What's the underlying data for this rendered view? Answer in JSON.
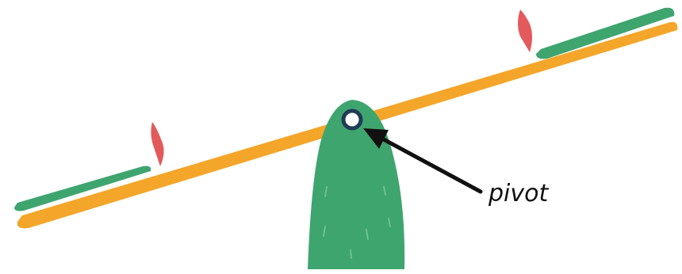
{
  "diagram": {
    "label": "pivot",
    "colors": {
      "plank": "#f4a62a",
      "seat": "#3fa56f",
      "seat_dark": "#2f8a5a",
      "handle": "#e35a5c",
      "fulcrum": "#3fa56f",
      "fulcrum_stroke": "#6cc38f",
      "pivot_ring": "#1f3b57",
      "arrow": "#111111",
      "label": "#111111"
    },
    "icons": [
      "seesaw-plank",
      "left-seat",
      "right-seat",
      "left-handle",
      "right-handle",
      "fulcrum",
      "pivot-hole",
      "arrow"
    ]
  }
}
